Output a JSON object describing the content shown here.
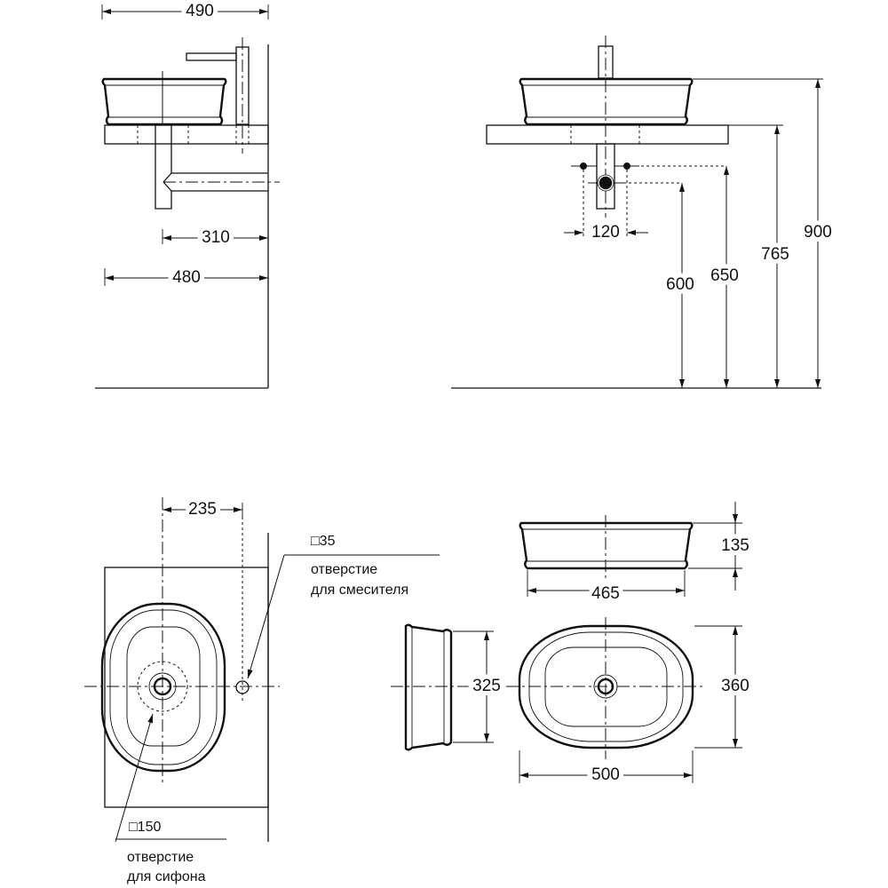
{
  "dimensions": {
    "side_total_width": "490",
    "side_drain_offset": "310",
    "side_counter_depth": "480",
    "front_drain_spacing": "120",
    "front_drain_height": "600",
    "front_supply_height": "650",
    "front_counter_height": "765",
    "front_basin_top_height": "900",
    "plan_tap_offset": "235",
    "basin_height": "135",
    "basin_bottom_width": "465",
    "basin_depth_inner": "325",
    "basin_depth": "360",
    "basin_width": "500"
  },
  "notes": {
    "tap_hole_size": "□35",
    "tap_hole_line1": "отверстие",
    "tap_hole_line2": "для смесителя",
    "drain_hole_size": "□150",
    "drain_hole_line1": "отверстие",
    "drain_hole_line2": "для сифона"
  }
}
